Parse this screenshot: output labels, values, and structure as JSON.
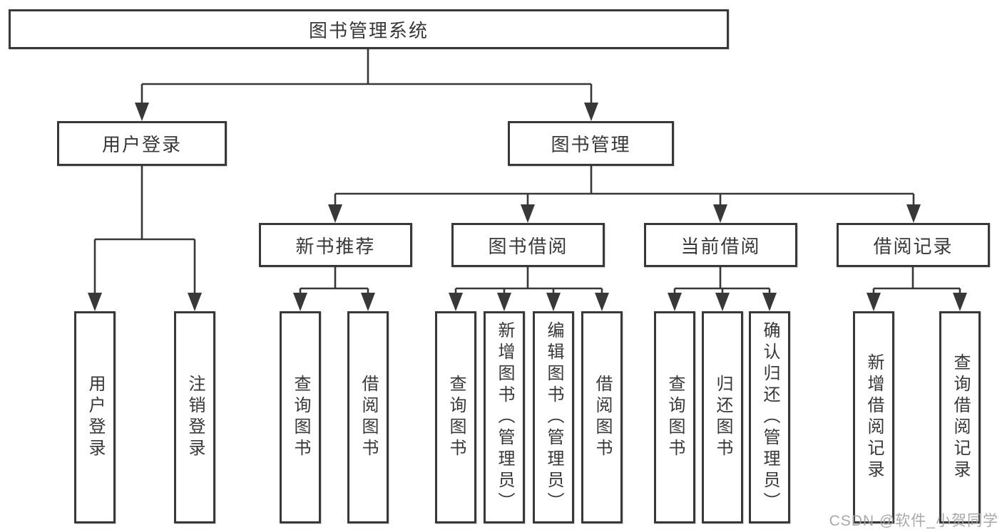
{
  "colors": {
    "line": "#383838",
    "text": "#383838",
    "bg": "#ffffff",
    "watermark": "#a2a2a2"
  },
  "tree": {
    "label": "图书管理系统",
    "children": [
      {
        "label": "用户登录",
        "children": [
          {
            "label": "用户登录"
          },
          {
            "label": "注销登录"
          }
        ]
      },
      {
        "label": "图书管理",
        "children": [
          {
            "label": "新书推荐",
            "children": [
              {
                "label": "查询图书"
              },
              {
                "label": "借阅图书"
              }
            ]
          },
          {
            "label": "图书借阅",
            "children": [
              {
                "label": "查询图书"
              },
              {
                "label": "新增图书（管理员）"
              },
              {
                "label": "编辑图书（管理员）"
              },
              {
                "label": "借阅图书"
              }
            ]
          },
          {
            "label": "当前借阅",
            "children": [
              {
                "label": "查询图书"
              },
              {
                "label": "归还图书"
              },
              {
                "label": "确认归还（管理员）"
              }
            ]
          },
          {
            "label": "借阅记录",
            "children": [
              {
                "label": "新增借阅记录"
              },
              {
                "label": "查询借阅记录"
              }
            ]
          }
        ]
      }
    ]
  },
  "watermark": "CSDN @软件_小贺同学"
}
